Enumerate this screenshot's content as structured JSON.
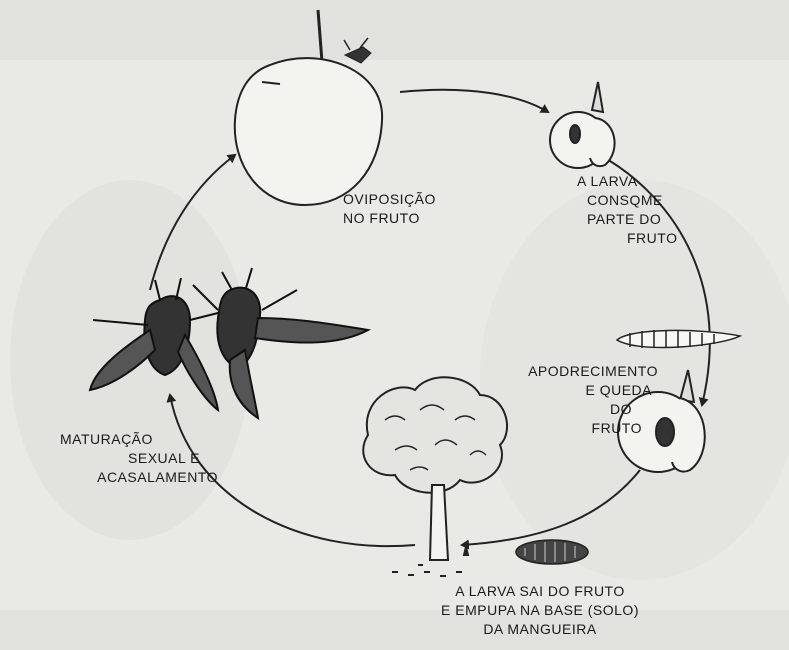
{
  "stages": {
    "oviposition": {
      "lines": [
        "OVIPOSIÇÃO",
        "NO FRUTO"
      ]
    },
    "larva_eats": {
      "lines": [
        "A LARVA",
        "CONSQME",
        "PARTE DO",
        "FRUTO"
      ]
    },
    "fruit_drop": {
      "lines": [
        "APODRECIMENTO",
        "E QUEDA",
        "DO",
        "FRUTO"
      ]
    },
    "pupation": {
      "lines": [
        "A LARVA SAI DO FRUTO",
        "E EMPUPA NA BASE (SOLO)",
        "DA MANGUEIRA"
      ]
    },
    "maturation": {
      "lines": [
        "MATURAÇÃO",
        "SEXUAL E",
        "ACASALAMENTO"
      ]
    }
  },
  "icons": [
    "mango-fruit-icon",
    "cut-fruit-icon",
    "larva-icon",
    "fallen-fruit-icon",
    "mango-tree-icon",
    "pupa-icon",
    "fruit-fly-icon"
  ]
}
